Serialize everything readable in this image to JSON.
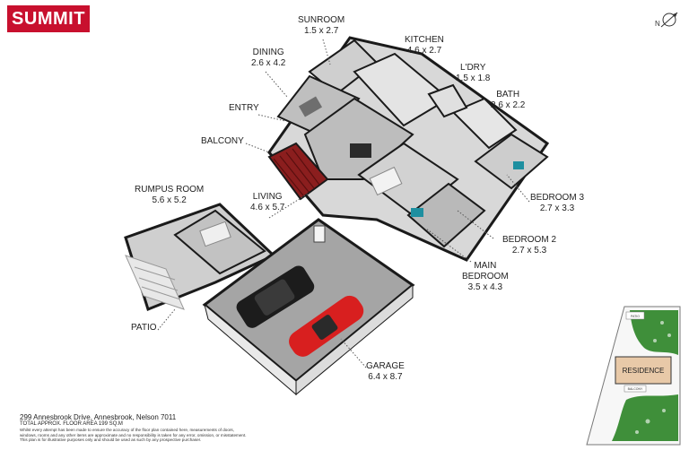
{
  "brand": {
    "logo_text": "SUMMIT",
    "color": "#c8102e"
  },
  "compass": {
    "label": "N"
  },
  "rooms": {
    "sunroom": {
      "name": "SUNROOM",
      "dim": "1.5 x 2.7"
    },
    "kitchen": {
      "name": "KITCHEN",
      "dim": "4.6 x 2.7"
    },
    "dining": {
      "name": "DINING",
      "dim": "2.6 x 4.2"
    },
    "laundry": {
      "name": "L'DRY",
      "dim": "1.5 x 1.8"
    },
    "bath": {
      "name": "BATH",
      "dim": "2.6 x 2.2"
    },
    "entry": {
      "name": "ENTRY"
    },
    "balcony": {
      "name": "BALCONY"
    },
    "rumpus": {
      "name": "RUMPUS ROOM",
      "dim": "5.6 x 5.2"
    },
    "living": {
      "name": "LIVING",
      "dim": "4.6 x 5.7"
    },
    "bedroom3": {
      "name": "BEDROOM 3",
      "dim": "2.7 x 3.3"
    },
    "bedroom2": {
      "name": "BEDROOM 2",
      "dim": "2.7 x 5.3"
    },
    "main_bed": {
      "name": "MAIN",
      "name2": "BEDROOM",
      "dim": "3.5 x 4.3"
    },
    "patio": {
      "name": "PATIO"
    },
    "garage": {
      "name": "GARAGE",
      "dim": "6.4 x 8.7"
    }
  },
  "footer": {
    "address": "299 Annesbrook Drive, Annesbrook, Nelson 7011",
    "area": "TOTAL APPROX. FLOOR AREA 199 SQ.M",
    "disclaimer_1": "Whilst every attempt has been made to ensure the accuracy of the floor plan contained here, measurements of doors,",
    "disclaimer_2": "windows, rooms and any other items are approximate and no responsibility is taken for any error, omission, or misstatement.",
    "disclaimer_3": "This plan is for illustrative purposes only and should be used as such by any prospective purchaser."
  },
  "site_plan": {
    "residence_label": "RESIDENCE",
    "patio_label": "PATIO",
    "balcony_label": "BALCONY",
    "residence_color": "#e8c9a8",
    "lawn_color": "#3f8f3a"
  }
}
